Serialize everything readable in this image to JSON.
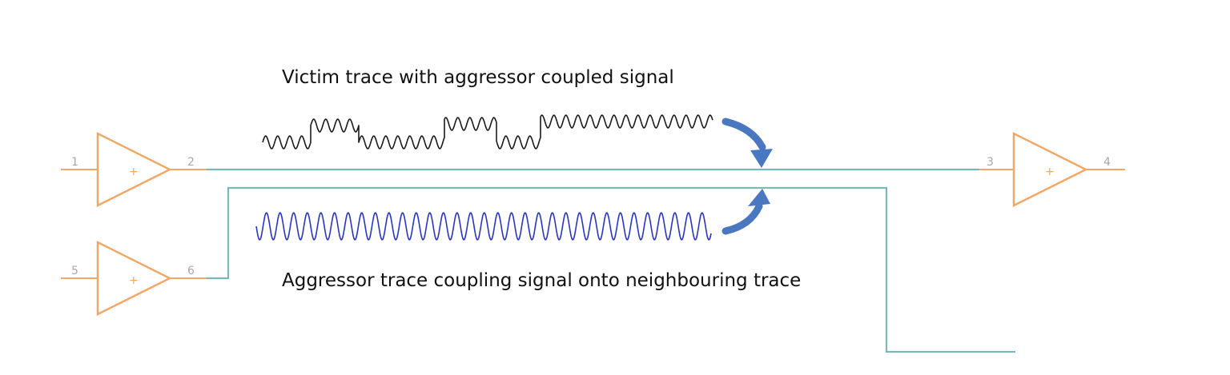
{
  "labels": {
    "victim": "Victim trace with aggressor coupled signal",
    "aggressor": "Aggressor trace coupling signal onto neighbouring trace"
  },
  "amplifiers": [
    {
      "id": "amp-1",
      "in_pin": "1",
      "out_pin": "2",
      "symbol": "+"
    },
    {
      "id": "amp-2",
      "in_pin": "5",
      "out_pin": "6",
      "symbol": "+"
    },
    {
      "id": "amp-3",
      "in_pin": "3",
      "out_pin": "4",
      "symbol": "+"
    }
  ],
  "colors": {
    "amplifier": "#f0a868",
    "trace": "#7ab8b8",
    "victim_wave": "#1a1a1a",
    "aggressor_wave": "#2a35c0",
    "arrow": "#4a78c0",
    "pin_text": "#a8a8a8",
    "caption_text": "#111111"
  }
}
